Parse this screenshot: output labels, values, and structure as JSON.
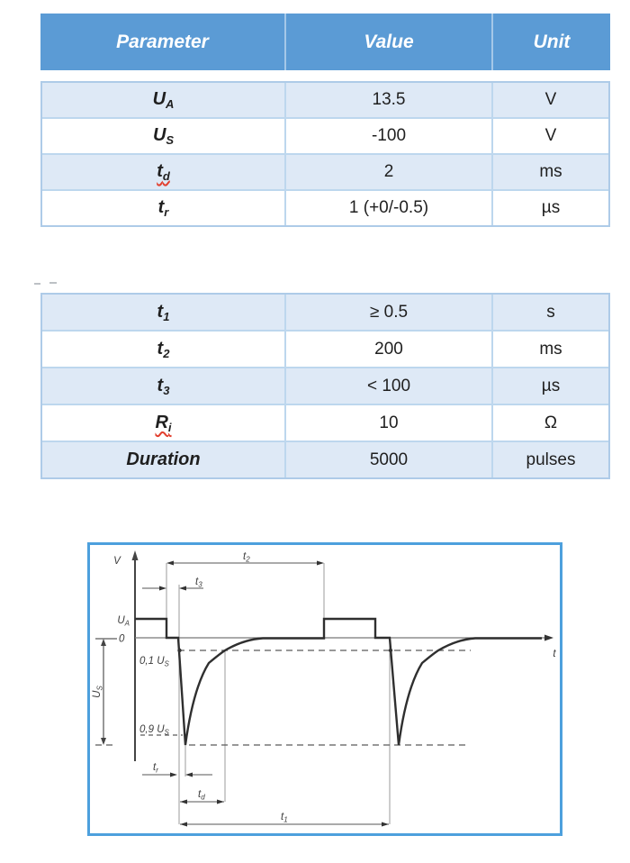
{
  "table1": {
    "headers": [
      "Parameter",
      "Value",
      "Unit"
    ],
    "rows": [
      {
        "param_base": "U",
        "param_sub": "A",
        "value": "13.5",
        "unit": "V"
      },
      {
        "param_base": "U",
        "param_sub": "S",
        "value": "-100",
        "unit": "V"
      },
      {
        "param_base": "t",
        "param_sub": "d",
        "value": "2",
        "unit": "ms",
        "spellcheck_underline": true
      },
      {
        "param_base": "t",
        "param_sub": "r",
        "value": "1 (+0/-0.5)",
        "unit": "µs"
      }
    ]
  },
  "table2": {
    "rows": [
      {
        "param_base": "t",
        "param_sub": "1",
        "value": "≥ 0.5",
        "unit": "s"
      },
      {
        "param_base": "t",
        "param_sub": "2",
        "value": "200",
        "unit": "ms"
      },
      {
        "param_base": "t",
        "param_sub": "3",
        "value": "< 100",
        "unit": "µs"
      },
      {
        "param_base": "R",
        "param_sub": "i",
        "value": "10",
        "unit": "Ω",
        "spellcheck_underline": true
      },
      {
        "param_base": "Duration",
        "param_sub": "",
        "value": "5000",
        "unit": "pulses"
      }
    ]
  },
  "figure": {
    "v_axis_label": "V",
    "t_axis_label": "t",
    "zero_label": "0",
    "ua_base": "U",
    "ua_sub": "A",
    "us_base": "U",
    "us_sub": "S",
    "p01_prefix": "0,1 ",
    "p09_prefix": "0,9 ",
    "tr_base": "t",
    "tr_sub": "r",
    "td_base": "t",
    "td_sub": "d",
    "t1_base": "t",
    "t1_sub": "1",
    "t2_base": "t",
    "t2_sub": "2",
    "t3_base": "t",
    "t3_sub": "3"
  },
  "colors": {
    "header_bg": "#5b9bd5",
    "header_text": "#ffffff",
    "row_alt_bg": "#dee9f6",
    "table_border": "#bdd7ee",
    "figure_border": "#4da0dd",
    "squiggle": "#e2402f",
    "waveform": "#2f2f2f"
  }
}
